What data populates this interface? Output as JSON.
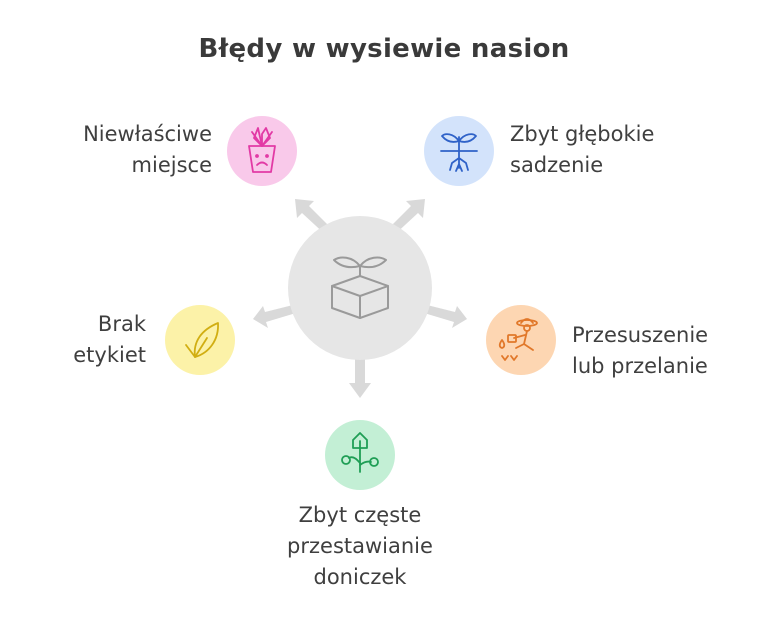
{
  "title": "Błędy w wysiewie nasion",
  "center": {
    "icon": "seedling-box-icon"
  },
  "items": [
    {
      "lines": [
        "Niewłaściwe",
        "miejsce"
      ],
      "icon": "sad-flower-pot-icon",
      "color": "#f9c9ea"
    },
    {
      "lines": [
        "Zbyt głębokie",
        "sadzenie"
      ],
      "icon": "sprout-roots-icon",
      "color": "#d3e3fb"
    },
    {
      "lines": [
        "Brak",
        "etykiet"
      ],
      "icon": "leaf-icon",
      "color": "#fcf2a8"
    },
    {
      "lines": [
        "Przesuszenie",
        "lub przelanie"
      ],
      "icon": "gardener-watering-icon",
      "color": "#fdd6b2"
    },
    {
      "lines": [
        "Zbyt częste",
        "przestawianie",
        "doniczek"
      ],
      "icon": "plant-house-icon",
      "color": "#c3efd5"
    }
  ],
  "colors": {
    "hub": "#e6e6e6",
    "arrow": "#d9d9d9",
    "pink_icon": "#e23aa5",
    "blue_icon": "#2f62c8",
    "yellow_icon": "#d1ae12",
    "orange_icon": "#e1782a",
    "green_icon": "#1f9e55",
    "hub_icon": "#9a9a9a"
  }
}
